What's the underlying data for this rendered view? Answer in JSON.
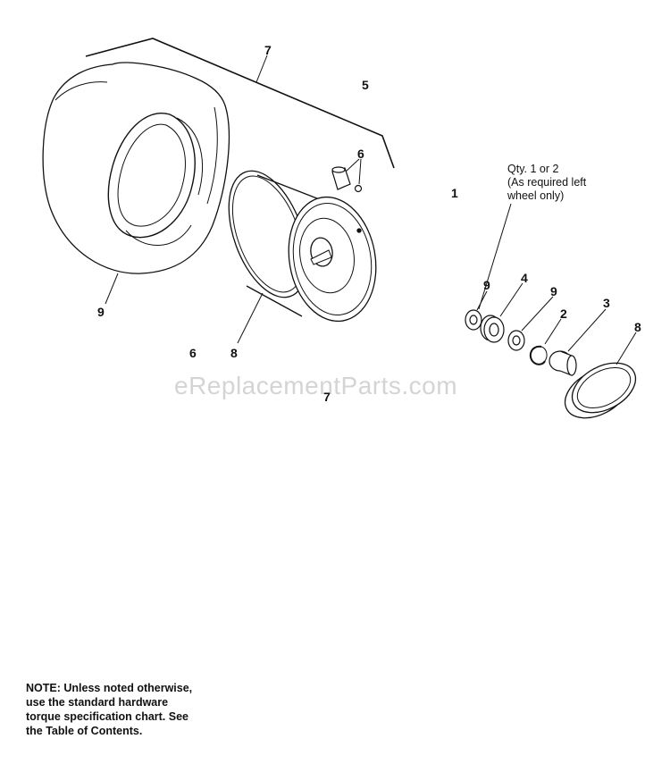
{
  "watermark": "eReplacementParts.com",
  "callouts": {
    "tire_assembly_7_top": "7",
    "wheel_assembly_5": "5",
    "valve_6_top": "6",
    "hub_kit_1": "1",
    "tire_9": "9",
    "rim_8": "8",
    "label_6_bottom": "6",
    "label_8_bottom": "8",
    "label_7_bottom": "7",
    "washer_9_a": "9",
    "bearing_4": "4",
    "washer_9_b": "9",
    "clip_2": "2",
    "cap_3": "3",
    "hubcap_8": "8"
  },
  "qty_note": {
    "line1": "Qty. 1 or 2",
    "line2": "(As required left",
    "line3": "wheel only)"
  },
  "note": {
    "line1": "NOTE: Unless noted otherwise,",
    "line2": "use the standard hardware",
    "line3": "torque specification chart. See",
    "line4": "the Table of Contents."
  }
}
